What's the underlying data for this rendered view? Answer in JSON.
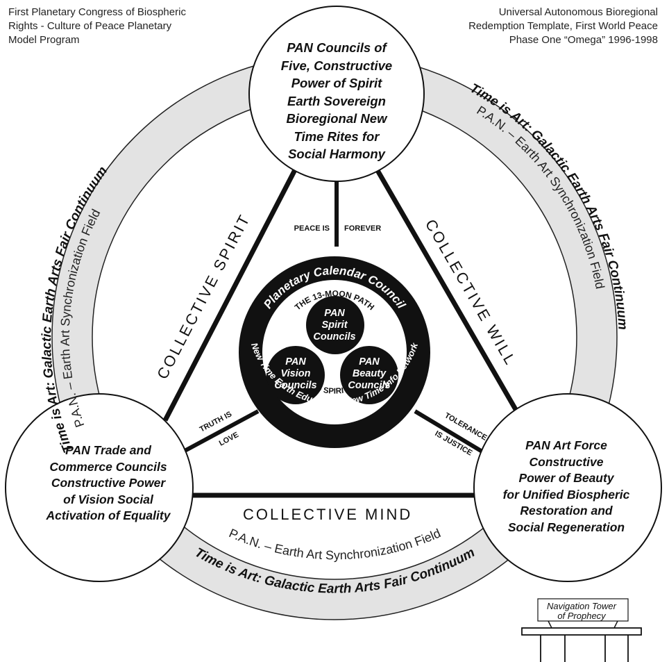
{
  "header": {
    "left_note": [
      "First Planetary Congress of Biospheric",
      "Rights - Culture of Peace Planetary",
      "Model Program"
    ],
    "right_note": [
      "Universal Autonomous Bioregional",
      "Redemption Template, First World Peace",
      "Phase One “Omega” 1996-1998"
    ]
  },
  "nodes": {
    "top": [
      "PAN Councils of",
      "Five, Constructive",
      "Power of Spirit",
      "Earth Sovereign",
      "Bioregional New",
      "Time Rites for",
      "Social Harmony"
    ],
    "left": [
      "PAN Trade and",
      "Commerce Councils",
      "Constructive Power",
      "of Vision Social",
      "Activation of Equality"
    ],
    "right": [
      "PAN Art Force",
      "Constructive",
      "Power of Beauty",
      "for Unified Biospheric",
      "Restoration and",
      "Social Regeneration"
    ]
  },
  "triangle_labels": {
    "spirit": "COLLECTIVE SPIRIT",
    "will": "COLLECTIVE WILL",
    "mind": "COLLECTIVE MIND"
  },
  "connector_tags": {
    "peace_is": "PEACE IS",
    "forever": "FOREVER",
    "truth_is": "TRUTH IS",
    "love": "LOVE",
    "tolerance": "TOLERANCE",
    "is_justice": "IS JUSTICE"
  },
  "center": {
    "ring_top": "Planetary Calendar Council",
    "ring_bottom": "New Time Earth Education - New Time Info Network",
    "inner_top": "THE 13-MOON PATH",
    "inner_bottom": "CIRCLE OF SPIRITUAL UNITY",
    "circles": {
      "spirit": [
        "PAN",
        "Spirit",
        "Councils"
      ],
      "vision": [
        "PAN",
        "Vision",
        "Councils"
      ],
      "beauty": [
        "PAN",
        "Beauty",
        "Councils"
      ]
    }
  },
  "outer_band": {
    "bold_text": "Time is Art: Galactic Earth Arts Fair Continuum",
    "light_text": "P.A.N. – Earth Art Synchronization Field"
  },
  "tower": {
    "lines": [
      "Navigation Tower",
      "of Prophecy"
    ]
  },
  "colors": {
    "band_fill": "#e3e3e3",
    "ink": "#111111",
    "paper": "#ffffff"
  }
}
